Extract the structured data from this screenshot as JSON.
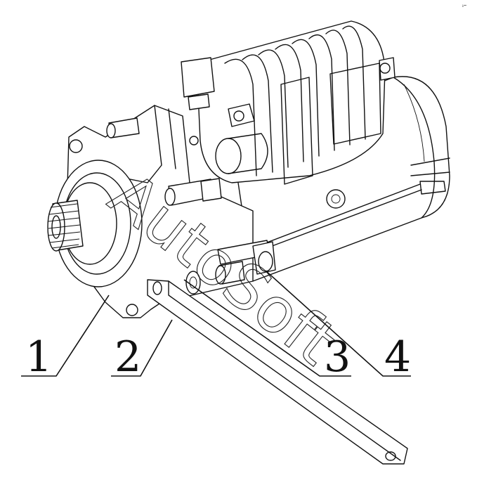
{
  "diagram": {
    "callouts": [
      {
        "id": "1",
        "label": "1"
      },
      {
        "id": "2",
        "label": "2"
      },
      {
        "id": "3",
        "label": "3"
      },
      {
        "id": "4",
        "label": "4"
      }
    ],
    "watermark": "AutoSoft",
    "corner_mark": "ᵢ–"
  }
}
